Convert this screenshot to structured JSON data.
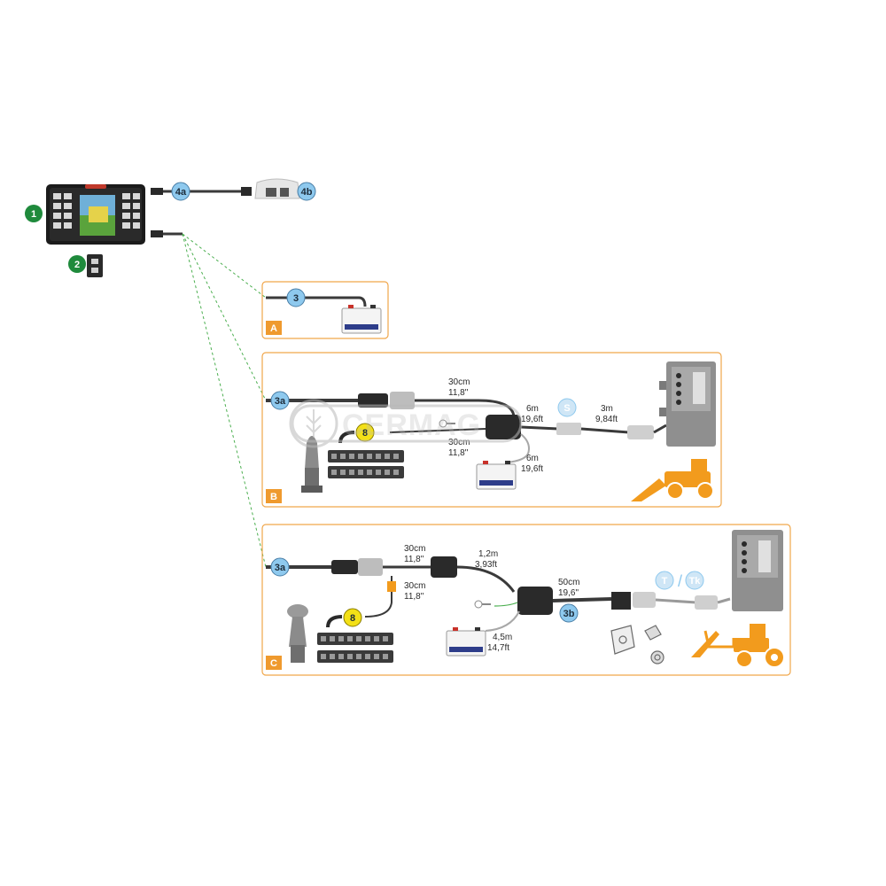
{
  "colors": {
    "blue_badge": "#8ec9ee",
    "green_badge": "#1f8a3c",
    "yellow_badge": "#f3e017",
    "section_border": "#f0a64a",
    "section_label": "#ef9a2e",
    "cable": "#3a3a3a",
    "dashed": "#4caf50",
    "battery_red": "#c8322a",
    "vehicle_orange": "#f29b1d"
  },
  "badges": {
    "display": "1",
    "switch": "2",
    "cable_a": "3",
    "cable_b": "3a",
    "cable_c": "3a",
    "cable_c_end": "3b",
    "gps_cable": "4a",
    "gps_antenna": "4b",
    "joystick_b": "8",
    "joystick_c": "8",
    "connector_s": "S",
    "connector_t": "T",
    "connector_tk": "Tk",
    "slash": "/"
  },
  "sections": {
    "a": "A",
    "b": "B",
    "c": "C"
  },
  "labels_b": {
    "len1_a": "30cm",
    "len1_b": "11,8\"",
    "len2_a": "30cm",
    "len2_b": "11,8\"",
    "len3_a": "6m",
    "len3_b": "19,6ft",
    "len4_a": "3m",
    "len4_b": "9,84ft",
    "len5_a": "6m",
    "len5_b": "19,6ft"
  },
  "labels_c": {
    "len1_a": "30cm",
    "len1_b": "11,8\"",
    "len2_a": "1,2m",
    "len2_b": "3,93ft",
    "len3_a": "30cm",
    "len3_b": "11,8\"",
    "len4_a": "50cm",
    "len4_b": "19,6\"",
    "len5_a": "4,5m",
    "len5_b": "14,7ft"
  },
  "watermark": "CERMAG",
  "icons": {
    "display": "display-terminal-icon",
    "switch": "switch-box-icon",
    "gps": "gps-antenna-icon",
    "battery": "battery-icon",
    "joystick": "joystick-icon",
    "control_box": "ecu-box-icon",
    "loader": "wheel-loader-icon",
    "tractor": "tractor-icon",
    "key": "ignition-key-icon",
    "bracket": "mounting-bracket-icon"
  }
}
